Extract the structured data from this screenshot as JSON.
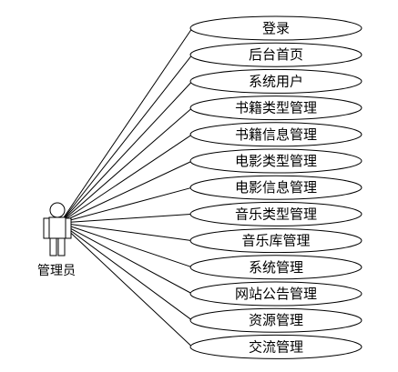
{
  "actor": {
    "label": "管理员"
  },
  "use_cases": [
    "登录",
    "后台首页",
    "系统用户",
    "书籍类型管理",
    "书籍信息管理",
    "电影类型管理",
    "电影信息管理",
    "音乐类型管理",
    "音乐库管理",
    "系统管理",
    "网站公告管理",
    "资源管理",
    "交流管理"
  ],
  "colors": {
    "stroke": "#000000",
    "fill": "#ffffff"
  }
}
